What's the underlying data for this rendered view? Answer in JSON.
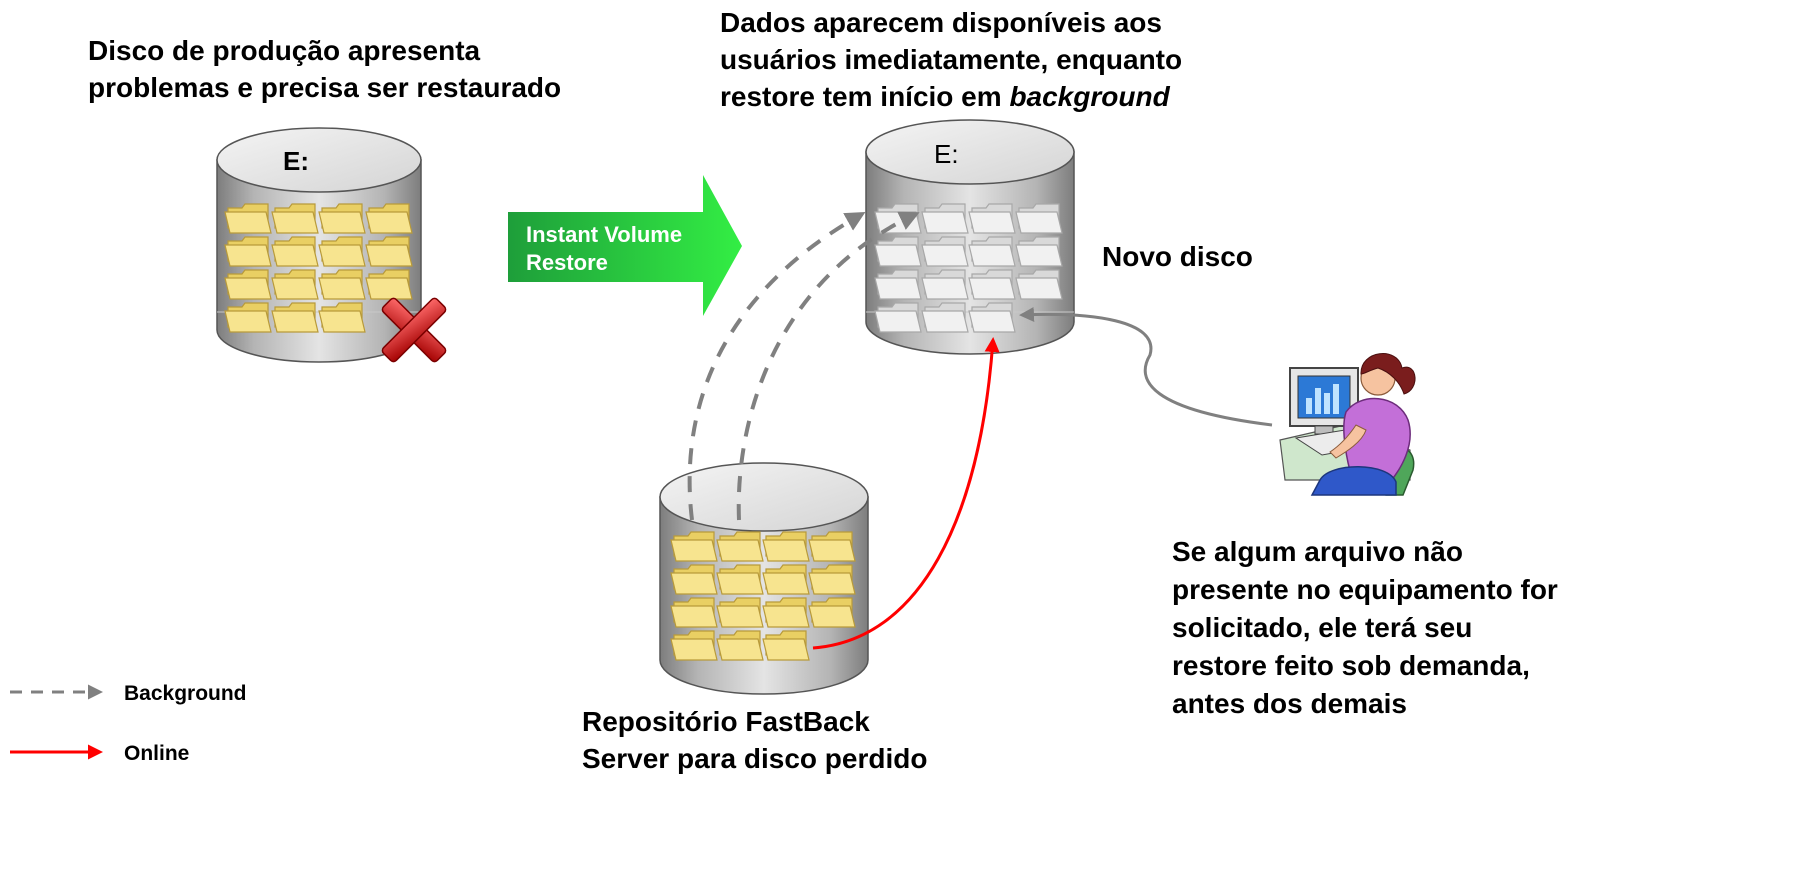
{
  "captions": {
    "production_line1": "Disco de produção apresenta",
    "production_line2": "problemas e precisa ser restaurado",
    "available_line1": "Dados aparecem disponíveis aos",
    "available_line2": "usuários imediatamente, enquanto",
    "available_line3_prefix": "restore tem início em ",
    "available_line3_italic": "background",
    "new_disk": "Novo disco",
    "repository_line1": "Repositório FastBack",
    "repository_line2": "Server para disco perdido",
    "demand_line1": "Se algum arquivo não",
    "demand_line2": "presente no equipamento for",
    "demand_line3": "solicitado, ele terá seu",
    "demand_line4": "restore feito sob demanda,",
    "demand_line5": "antes dos demais"
  },
  "disks": {
    "production_label": "E:",
    "new_label": "E:"
  },
  "restore_arrow": {
    "line1": "Instant Volume",
    "line2": "Restore"
  },
  "legend": {
    "background": "Background",
    "online": "Online"
  },
  "colors": {
    "background_flow": "#808080",
    "online_flow": "#ff0000",
    "restore_arrow_start": "#1e9e3a",
    "restore_arrow_end": "#33ee44",
    "folder_yellow": "#f7e48f",
    "folder_gray": "#f1f1f1"
  },
  "icons": {
    "failure": "red-x-icon",
    "user": "user-at-computer-icon"
  }
}
